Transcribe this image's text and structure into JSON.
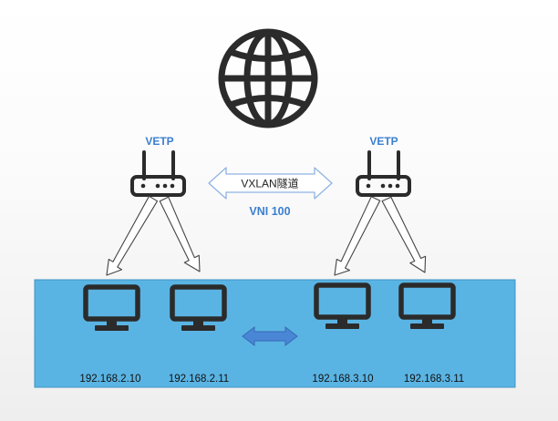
{
  "colors": {
    "lan_fill": "#5ab4e3",
    "lan_stroke": "#3f94c4",
    "label_blue": "#3a7fd0",
    "tunnel_stroke": "#8fb4e4",
    "device": "#2b2b2b",
    "lan_arrow_fill": "#4a86d6"
  },
  "globe": {
    "icon": "globe-icon"
  },
  "vteps": [
    {
      "label": "VETP",
      "icon": "router-icon"
    },
    {
      "label": "VETP",
      "icon": "router-icon"
    }
  ],
  "tunnel": {
    "label": "VXLAN隧道",
    "vni_label": "VNI 100"
  },
  "hosts": [
    {
      "ip": "192.168.2.10",
      "icon": "monitor-icon"
    },
    {
      "ip": "192.168.2.11",
      "icon": "monitor-icon"
    },
    {
      "ip": "192.168.3.10",
      "icon": "monitor-icon"
    },
    {
      "ip": "192.168.3.11",
      "icon": "monitor-icon"
    }
  ]
}
